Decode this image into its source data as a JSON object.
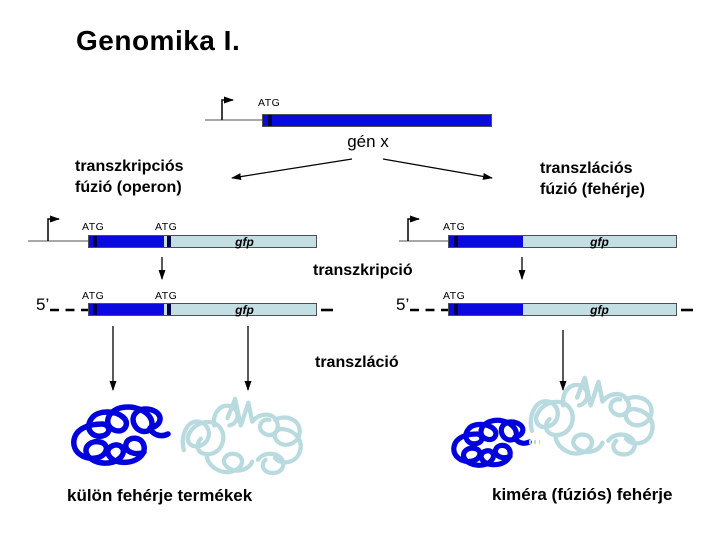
{
  "title": "Genomika I.",
  "colors": {
    "gene_blue": "#0a0ae0",
    "gfp_light_blue": "#c3dfe4",
    "atg_stripe": "#00004a",
    "bar_outline": "#4f4f4f",
    "promoter_line": "#8c8c8c",
    "line_black": "#000000",
    "protein_dark": "#0000dc",
    "protein_light": "#b9dbe0"
  },
  "top_construct": {
    "atg": "ATG",
    "gene_label": "gén x"
  },
  "branches": {
    "left": {
      "line1": "transzkripciós",
      "line2": "fúzió (operon)"
    },
    "right": {
      "line1": "transzlációs",
      "line2": "fúzió (fehérje)"
    }
  },
  "operon_construct": {
    "atg1": "ATG",
    "atg2": "ATG",
    "gfp": "gfp"
  },
  "protein_fusion_construct": {
    "atg": "ATG",
    "gfp": "gfp"
  },
  "steps": {
    "transcription": "transzkripció",
    "translation": "transzláció"
  },
  "mrna_left": {
    "five_prime": "5’",
    "atg1": "ATG",
    "atg2": "ATG",
    "gfp": "gfp"
  },
  "mrna_right": {
    "five_prime": "5’",
    "atg": "ATG",
    "gfp": "gfp"
  },
  "products": {
    "left_label": "külön fehérje termékek",
    "right_label": "kiméra (fúziós) fehérje"
  }
}
